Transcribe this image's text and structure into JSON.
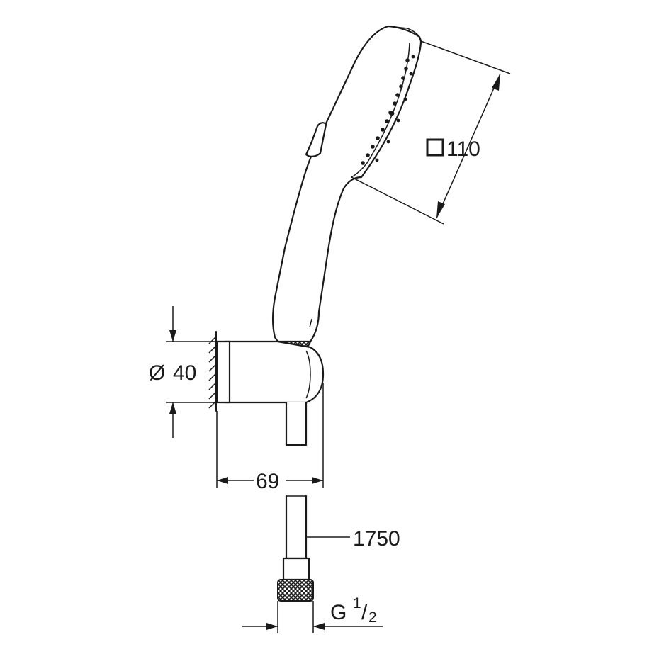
{
  "dimensions": {
    "head_size": {
      "symbol": "□",
      "value": "110"
    },
    "holder_diameter": {
      "symbol": "Ø",
      "value": "40"
    },
    "holder_projection": {
      "value": "69"
    },
    "hose_length": {
      "value": "1750"
    },
    "thread": {
      "prefix": "G",
      "numerator": "1",
      "slash": "/",
      "denominator": "2"
    }
  },
  "colors": {
    "line": "#1a1a1a",
    "background": "#ffffff"
  }
}
